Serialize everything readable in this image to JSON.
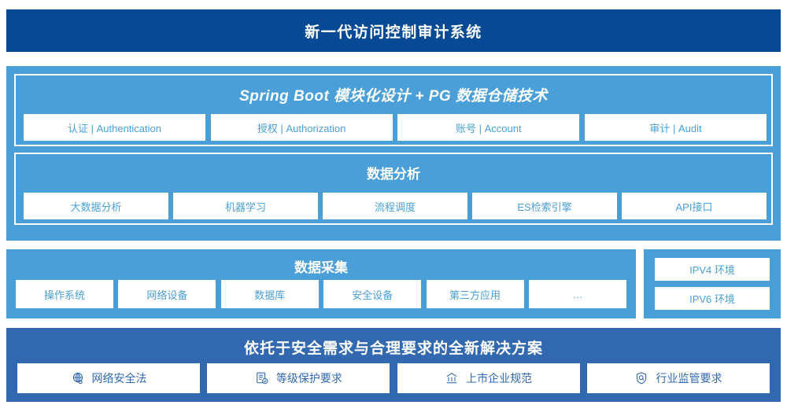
{
  "header": {
    "title": "新一代访问控制审计系统",
    "bg_color": "#064a95"
  },
  "colors": {
    "light_blue": "#4a9fd8",
    "medium_blue": "#3268b0",
    "navy": "#064a95",
    "white": "#ffffff"
  },
  "springboot": {
    "title": "Spring Boot 模块化设计 + PG 数据仓储技术",
    "items": [
      {
        "label": "认证 | Authentication"
      },
      {
        "label": "授权 | Authorization"
      },
      {
        "label": "账号 | Account"
      },
      {
        "label": "审计 | Audit"
      }
    ]
  },
  "analysis": {
    "title": "数据分析",
    "items": [
      {
        "label": "大数据分析"
      },
      {
        "label": "机器学习"
      },
      {
        "label": "流程调度"
      },
      {
        "label": "ES检索引擎"
      },
      {
        "label": "API接口"
      }
    ]
  },
  "collection": {
    "title": "数据采集",
    "items": [
      {
        "label": "操作系统"
      },
      {
        "label": "网络设备"
      },
      {
        "label": "数据库"
      },
      {
        "label": "安全设备"
      },
      {
        "label": "第三方应用"
      },
      {
        "label": "…"
      }
    ]
  },
  "ip_environment": {
    "items": [
      {
        "label": "IPV4 环境"
      },
      {
        "label": "IPV6 环境"
      }
    ]
  },
  "solution": {
    "title": "依托于安全需求与合理要求的全新解决方案",
    "items": [
      {
        "label": "网络安全法",
        "icon": "globe-network-icon"
      },
      {
        "label": "等级保护要求",
        "icon": "document-check-icon"
      },
      {
        "label": "上市企业规范",
        "icon": "bank-building-icon"
      },
      {
        "label": "行业监管要求",
        "icon": "shield-search-icon"
      }
    ]
  }
}
